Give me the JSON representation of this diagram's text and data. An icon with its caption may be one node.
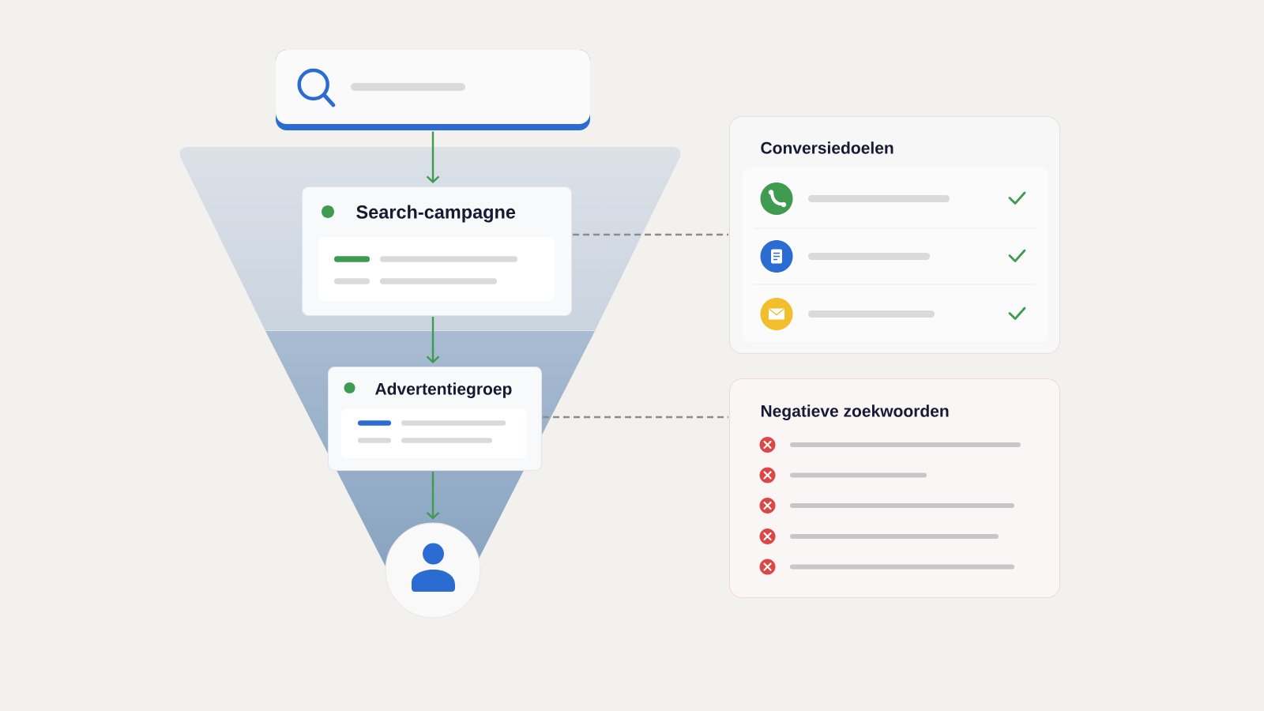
{
  "diagram": {
    "nodes": [
      {
        "text": [],
        "shape": "box"
      },
      {
        "text": [
          "Search-campagne"
        ]
      },
      {
        "text": [
          "Advertentiegroep"
        ]
      },
      {
        "text": [],
        "shape": "circle"
      },
      {
        "text": [
          "Conversiedoelen"
        ]
      },
      {
        "text": [
          "Negatieve zoekwoorden"
        ]
      }
    ],
    "edges": [
      {
        "from": 0,
        "to": 1,
        "arrow": "to"
      },
      {
        "from": 1,
        "to": 2,
        "arrow": "to"
      },
      {
        "from": 2,
        "to": 3,
        "arrow": "to"
      },
      {
        "from": 1,
        "to": 4,
        "arrow": "none",
        "style": "dashed",
        "color": "#8c8c8c"
      },
      {
        "from": 2,
        "to": 5,
        "arrow": "none",
        "style": "dashed",
        "color": "#8c8c8c"
      }
    ]
  }
}
